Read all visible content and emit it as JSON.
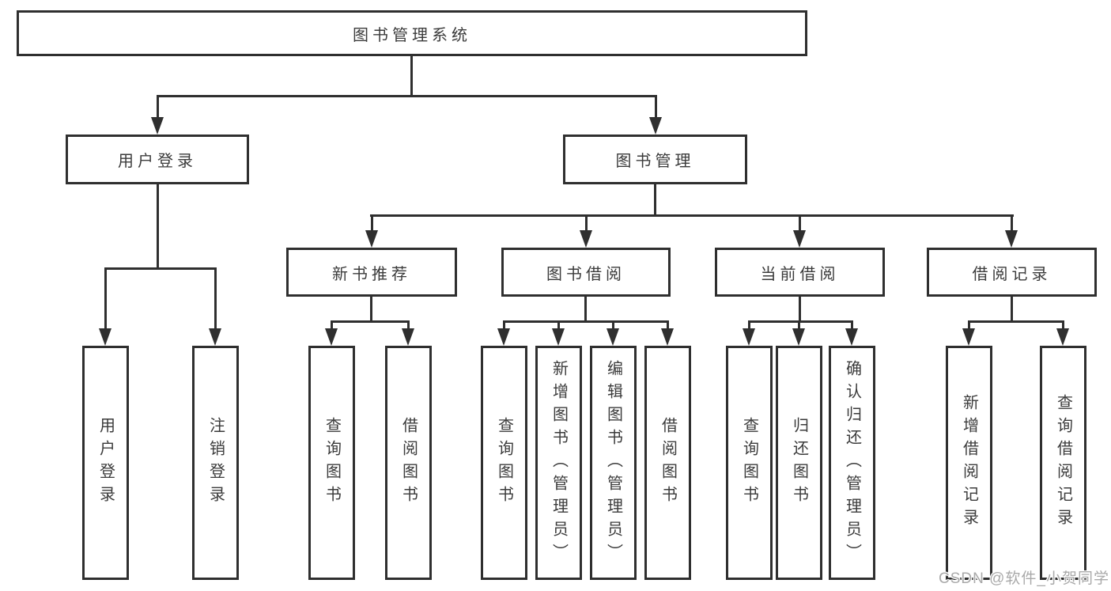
{
  "diagram": {
    "title": "图书管理系统",
    "root": {
      "label": "图书管理系统"
    },
    "level2": [
      {
        "label": "用户登录"
      },
      {
        "label": "图书管理"
      }
    ],
    "level3": [
      {
        "label": "新书推荐",
        "parent": "图书管理"
      },
      {
        "label": "图书借阅",
        "parent": "图书管理"
      },
      {
        "label": "当前借阅",
        "parent": "图书管理"
      },
      {
        "label": "借阅记录",
        "parent": "图书管理"
      }
    ],
    "leaves": [
      {
        "label": "用户登录",
        "parent": "用户登录"
      },
      {
        "label": "注销登录",
        "parent": "用户登录"
      },
      {
        "label": "查询图书",
        "parent": "新书推荐"
      },
      {
        "label": "借阅图书",
        "parent": "新书推荐"
      },
      {
        "label": "查询图书",
        "parent": "图书借阅"
      },
      {
        "label": "新增图书（管理员）",
        "parent": "图书借阅"
      },
      {
        "label": "编辑图书（管理员）",
        "parent": "图书借阅"
      },
      {
        "label": "借阅图书",
        "parent": "图书借阅"
      },
      {
        "label": "查询图书",
        "parent": "当前借阅"
      },
      {
        "label": "归还图书",
        "parent": "当前借阅"
      },
      {
        "label": "确认归还（管理员）",
        "parent": "当前借阅"
      },
      {
        "label": "新增借阅记录",
        "parent": "借阅记录"
      },
      {
        "label": "查询借阅记录",
        "parent": "借阅记录"
      }
    ]
  },
  "watermark": {
    "text": "CSDN @软件_小贺同学"
  },
  "colors": {
    "line": "#2f2f2f",
    "text": "#3b3b3b",
    "watermark": "#a9a9a9",
    "background": "#ffffff"
  }
}
